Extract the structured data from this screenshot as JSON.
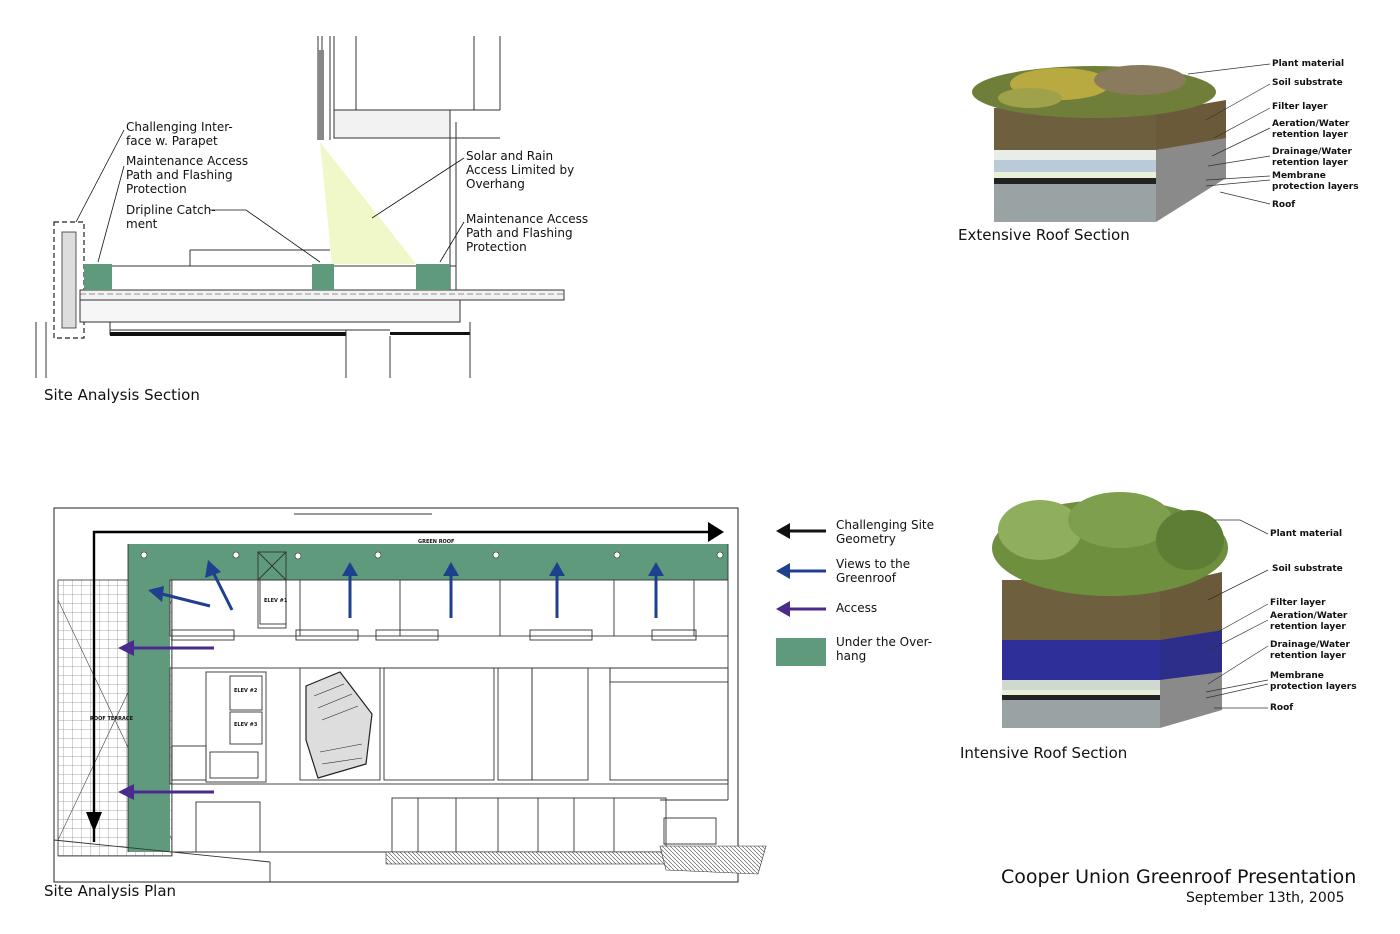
{
  "site_section": {
    "caption": "Site Analysis Section",
    "labels": {
      "parapet": "Challenging Inter-\nface w. Parapet",
      "maint_left": "Maintenance Access\nPath and Flashing\nProtection",
      "dripline": "Dripline Catch-\nment",
      "solar": "Solar and Rain\nAccess Limited by\nOverhang",
      "maint_right": "Maintenance Access\nPath and Flashing\nProtection"
    }
  },
  "extensive": {
    "caption": "Extensive Roof Section",
    "layers": [
      "Plant material",
      "Soil substrate",
      "Filter layer",
      "Aeration/Water\nretention layer",
      "Drainage/Water\nretention layer",
      "Membrane\nprotection layers",
      "Roof"
    ]
  },
  "intensive": {
    "caption": "Intensive Roof Section",
    "layers": [
      "Plant material",
      "Soil substrate",
      "Filter layer",
      "Aeration/Water\nretention layer",
      "Drainage/Water\nretention layer",
      "Membrane\nprotection layers",
      "Roof"
    ]
  },
  "plan": {
    "caption": "Site Analysis Plan",
    "green_roof_label": "GREEN ROOF",
    "roof_terrace_label": "ROOF TERRACE",
    "elev1": "ELEV #1",
    "elev2": "ELEV #2",
    "elev3": "ELEV #3"
  },
  "legend": {
    "items": [
      {
        "label": "Challenging Site\nGeometry",
        "color": "#111111"
      },
      {
        "label": "Views to the\nGreenroof",
        "color": "#1f3f8f"
      },
      {
        "label": "Access",
        "color": "#4a2a8a"
      },
      {
        "label": "Under the Over-\nhang",
        "color": "#5f9a7c"
      }
    ]
  },
  "footer": {
    "title": "Cooper Union Greenroof Presentation",
    "date": "September 13th, 2005"
  },
  "colors": {
    "overhang_green": "#5f9a7c",
    "light_yellow": "#f0f7c8",
    "view_blue": "#1f3f8f",
    "access_purple": "#4a2a8a"
  }
}
